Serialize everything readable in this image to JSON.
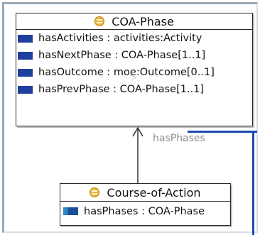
{
  "classes": [
    {
      "name": "COA-Phase",
      "attributes": [
        "hasActivities : activities:Activity",
        "hasNextPhase : COA-Phase[1..1]",
        "hasOutcome : moe:Outcome[0..1]",
        "hasPrevPhase : COA-Phase[1..1]"
      ]
    },
    {
      "name": "Course-of-Action",
      "attributes": [
        "hasPhases : COA-Phase"
      ]
    }
  ],
  "association": {
    "label": "hasPhases"
  },
  "colors": {
    "class_icon": "#e8b43a",
    "attribute_icon": "#1f3f9f",
    "highlight_line": "#1e4bb3"
  }
}
